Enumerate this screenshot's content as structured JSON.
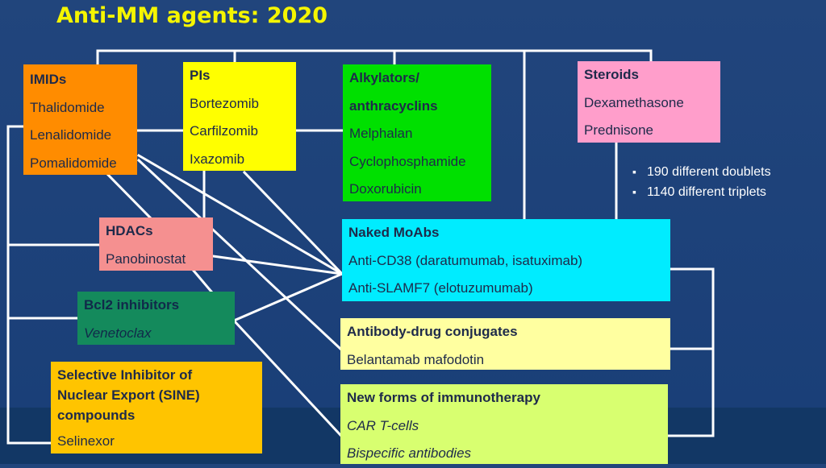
{
  "title": "Anti-MM agents: 2020",
  "colors": {
    "background": "#1d4178",
    "title": "#f5f500",
    "connector": "#ffffff",
    "imids": "#ff8c00",
    "pis": "#ffff00",
    "alkylators": "#00e000",
    "steroids": "#ff9ecb",
    "hdacs": "#f59090",
    "bcl2": "#148a5c",
    "mab": "#00ecff",
    "adc": "#ffffa0",
    "immuno": "#d8ff70",
    "sine": "#ffc400"
  },
  "boxes": {
    "imids": {
      "heading": "IMIDs",
      "items": [
        "Thalidomide",
        "Lenalidomide",
        "Pomalidomide"
      ]
    },
    "pis": {
      "heading": "PIs",
      "items": [
        "Bortezomib",
        "Carfilzomib",
        "Ixazomib"
      ]
    },
    "alkylators": {
      "heading_line1": "Alkylators/",
      "heading_line2": "anthracyclins",
      "items": [
        "Melphalan",
        "Cyclophosphamide",
        "Doxorubicin"
      ]
    },
    "steroids": {
      "heading": "Steroids",
      "items": [
        "Dexamethasone",
        "Prednisone"
      ]
    },
    "hdacs": {
      "heading": "HDACs",
      "items": [
        "Panobinostat"
      ]
    },
    "bcl2": {
      "heading": "Bcl2 inhibitors",
      "items": [
        "Venetoclax"
      ]
    },
    "mab": {
      "heading": "Naked MoAbs",
      "items": [
        "Anti-CD38 (daratumumab, isatuximab)",
        "Anti-SLAMF7 (elotuzumumab)"
      ]
    },
    "adc": {
      "heading": "Antibody-drug conjugates",
      "items": [
        "Belantamab mafodotin"
      ]
    },
    "immuno": {
      "heading": "New forms of immunotherapy",
      "items": [
        "CAR T-cells",
        "Bispecific antibodies"
      ]
    },
    "sine": {
      "heading_line1": "Selective Inhibitor of",
      "heading_line2": "Nuclear Export (SINE)",
      "heading_line3": "compounds",
      "items": [
        "Selinexor"
      ]
    }
  },
  "bullets": [
    "190 different doublets",
    "1140 different triplets"
  ]
}
